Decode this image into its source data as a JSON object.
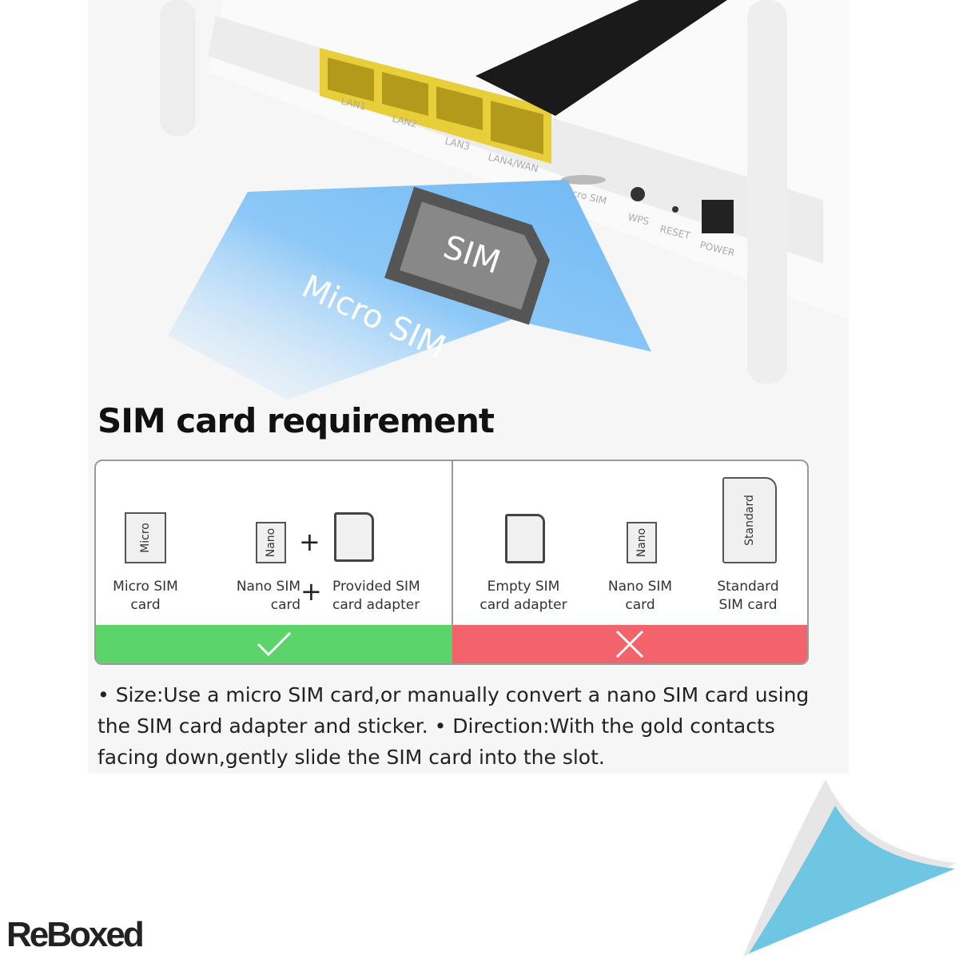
{
  "hero": {
    "port_labels": [
      "LAN1",
      "LAN2",
      "LAN3",
      "LAN4/WAN"
    ],
    "slot_label": "Micro SIM",
    "button_labels": [
      "WPS",
      "RESET",
      "POWER"
    ],
    "sim_text": "SIM",
    "arrow_text": "Micro SIM",
    "arrow_color": "#7dbff5"
  },
  "section_title": "SIM card requirement",
  "table": {
    "accepted": {
      "items": [
        {
          "card_text": "Micro",
          "label_line1": "Micro SIM",
          "label_line2": "card"
        },
        {
          "card_text": "Nano",
          "label_line1": "Nano SIM",
          "label_line2": "card"
        },
        {
          "card_text": "",
          "label_line1": "Provided SIM",
          "label_line2": "card adapter"
        }
      ],
      "plus": "+",
      "status_icon": "check-icon",
      "status_color": "#5bd46a"
    },
    "rejected": {
      "items": [
        {
          "card_text": "",
          "label_line1": "Empty SIM",
          "label_line2": "card adapter"
        },
        {
          "card_text": "Nano",
          "label_line1": "Nano SIM",
          "label_line2": "card"
        },
        {
          "card_text": "Standard",
          "label_line1": "Standard",
          "label_line2": "SIM card"
        }
      ],
      "status_icon": "x-icon",
      "status_color": "#f2636b"
    }
  },
  "notes": "• Size:Use a micro SIM card,or manually convert a nano SIM card using the SIM card adapter and sticker. • Direction:With the gold contacts facing down,gently slide the SIM card into the slot.",
  "watermark": {
    "logo_text": "ReBoxed",
    "curl_color": "#6ec6e3"
  }
}
